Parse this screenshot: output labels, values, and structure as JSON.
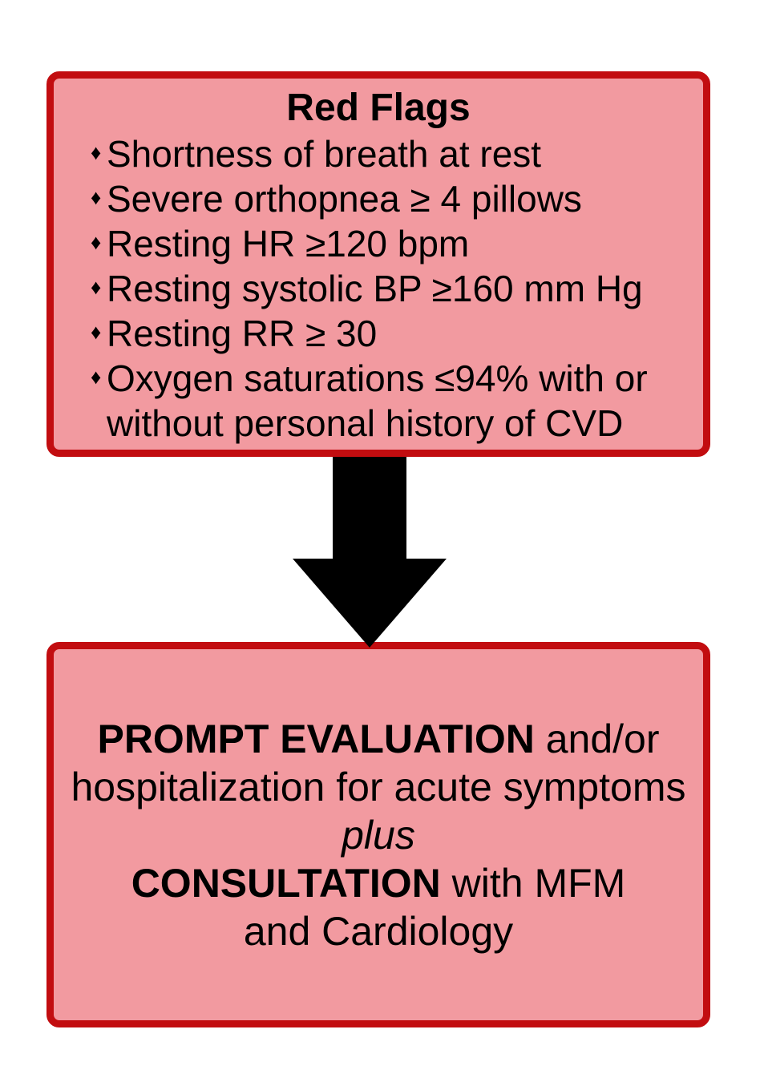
{
  "colors": {
    "page_background": "#FFFFFF",
    "box_border": "#C20D10",
    "box_fill": "#F29AA0",
    "arrow": "#000000",
    "text": "#000000"
  },
  "top_box": {
    "title": "Red Flags",
    "bullet_char": "♦",
    "bullets": [
      "Shortness of breath at rest",
      "Severe orthopnea ≥ 4 pillows",
      "Resting HR ≥120 bpm",
      "Resting systolic BP ≥160 mm Hg",
      "Resting RR ≥ 30",
      "Oxygen saturations ≤94% with or without personal history of CVD"
    ]
  },
  "arrow": {
    "direction": "down"
  },
  "bottom_box": {
    "lines": [
      {
        "runs": [
          {
            "text": "PROMPT EVALUATION",
            "style": "bold"
          },
          {
            "text": " and/or",
            "style": "regular"
          }
        ]
      },
      {
        "runs": [
          {
            "text": "hospitalization for acute symptoms",
            "style": "regular"
          }
        ]
      },
      {
        "runs": [
          {
            "text": "plus",
            "style": "italic"
          }
        ]
      },
      {
        "runs": [
          {
            "text": "CONSULTATION",
            "style": "bold"
          },
          {
            "text": " with MFM",
            "style": "regular"
          }
        ]
      },
      {
        "runs": [
          {
            "text": "and Cardiology",
            "style": "regular"
          }
        ]
      }
    ]
  }
}
